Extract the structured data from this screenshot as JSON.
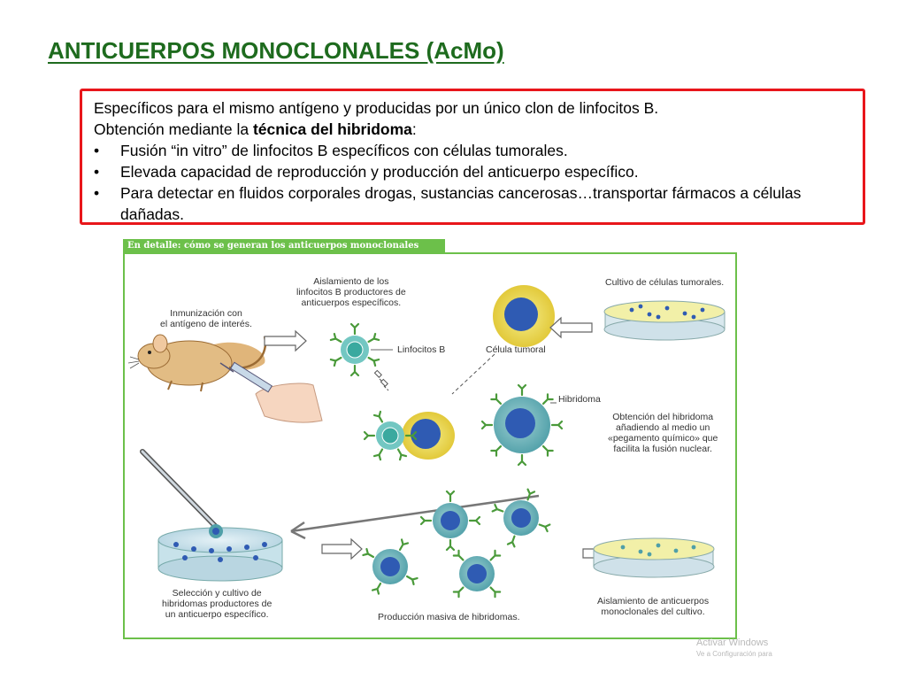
{
  "title": "ANTICUERPOS MONOCLONALES (AcMo)",
  "info": {
    "line1": "Específicos para el mismo antígeno y producidas por un único clon de linfocitos B.",
    "line2_prefix": "Obtención mediante la ",
    "line2_bold": "técnica del hibridoma",
    "line2_suffix": ":",
    "bullet_symbol": "•",
    "bullets": [
      "Fusión  “in vitro” de linfocitos B específicos con células tumorales.",
      "Elevada capacidad de reproducción y producción del anticuerpo específico.",
      "Para detectar en fluidos corporales drogas, sustancias cancerosas…transportar fármacos a células dañadas."
    ]
  },
  "figure": {
    "header": "En detalle: cómo se generan los anticuerpos monoclonales",
    "captions": {
      "inmunizacion": [
        "Inmunización con",
        "el antígeno de interés."
      ],
      "aislamiento": [
        "Aislamiento de los",
        "linfocitos B productores de",
        "anticuerpos específicos."
      ],
      "cultivo_tumorales": "Cultivo de células tumorales.",
      "linfocitos_b": "Linfocitos B",
      "celula_tumoral": "Célula tumoral",
      "hibridoma": "Hibridoma",
      "obtencion": [
        "Obtención del hibridoma",
        "añadiendo al medio un",
        "«pegamento químico» que",
        "facilita la fusión nuclear."
      ],
      "seleccion": [
        "Selección y cultivo de",
        "hibridomas productores de",
        "un anticuerpo específico."
      ],
      "produccion": "Producción masiva de hibridomas.",
      "aislamiento_ac": [
        "Aislamiento de anticuerpos",
        "monoclonales del cultivo."
      ]
    }
  },
  "watermark": {
    "line1": "Activar Windows",
    "line2": "Ve a Configuración para"
  },
  "colors": {
    "title": "#1e6b1e",
    "box_border": "#e8161b",
    "figure_green": "#6cc04a"
  }
}
